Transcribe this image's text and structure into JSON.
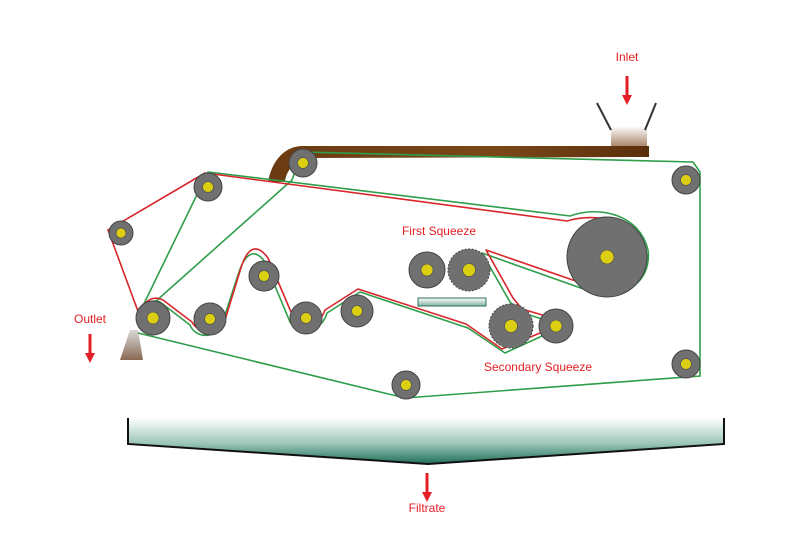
{
  "labels": {
    "inlet": "Inlet",
    "outlet": "Outlet",
    "first_squeeze": "First Squeeze",
    "secondary_squeeze": "Secondary Squeeze",
    "filtrate": "Filtrate"
  },
  "colors": {
    "label_red": "#e31e24",
    "arrow_red": "#e31e24",
    "belt_green": "#2f9e4a",
    "belt_red": "#d8262b",
    "roller_gray": "#707070",
    "roller_core": "#dccf12",
    "sludge_brown": "#6b3a12",
    "tray_teal": "#1f6e5a"
  },
  "icons": [
    "down-arrow-icon"
  ]
}
